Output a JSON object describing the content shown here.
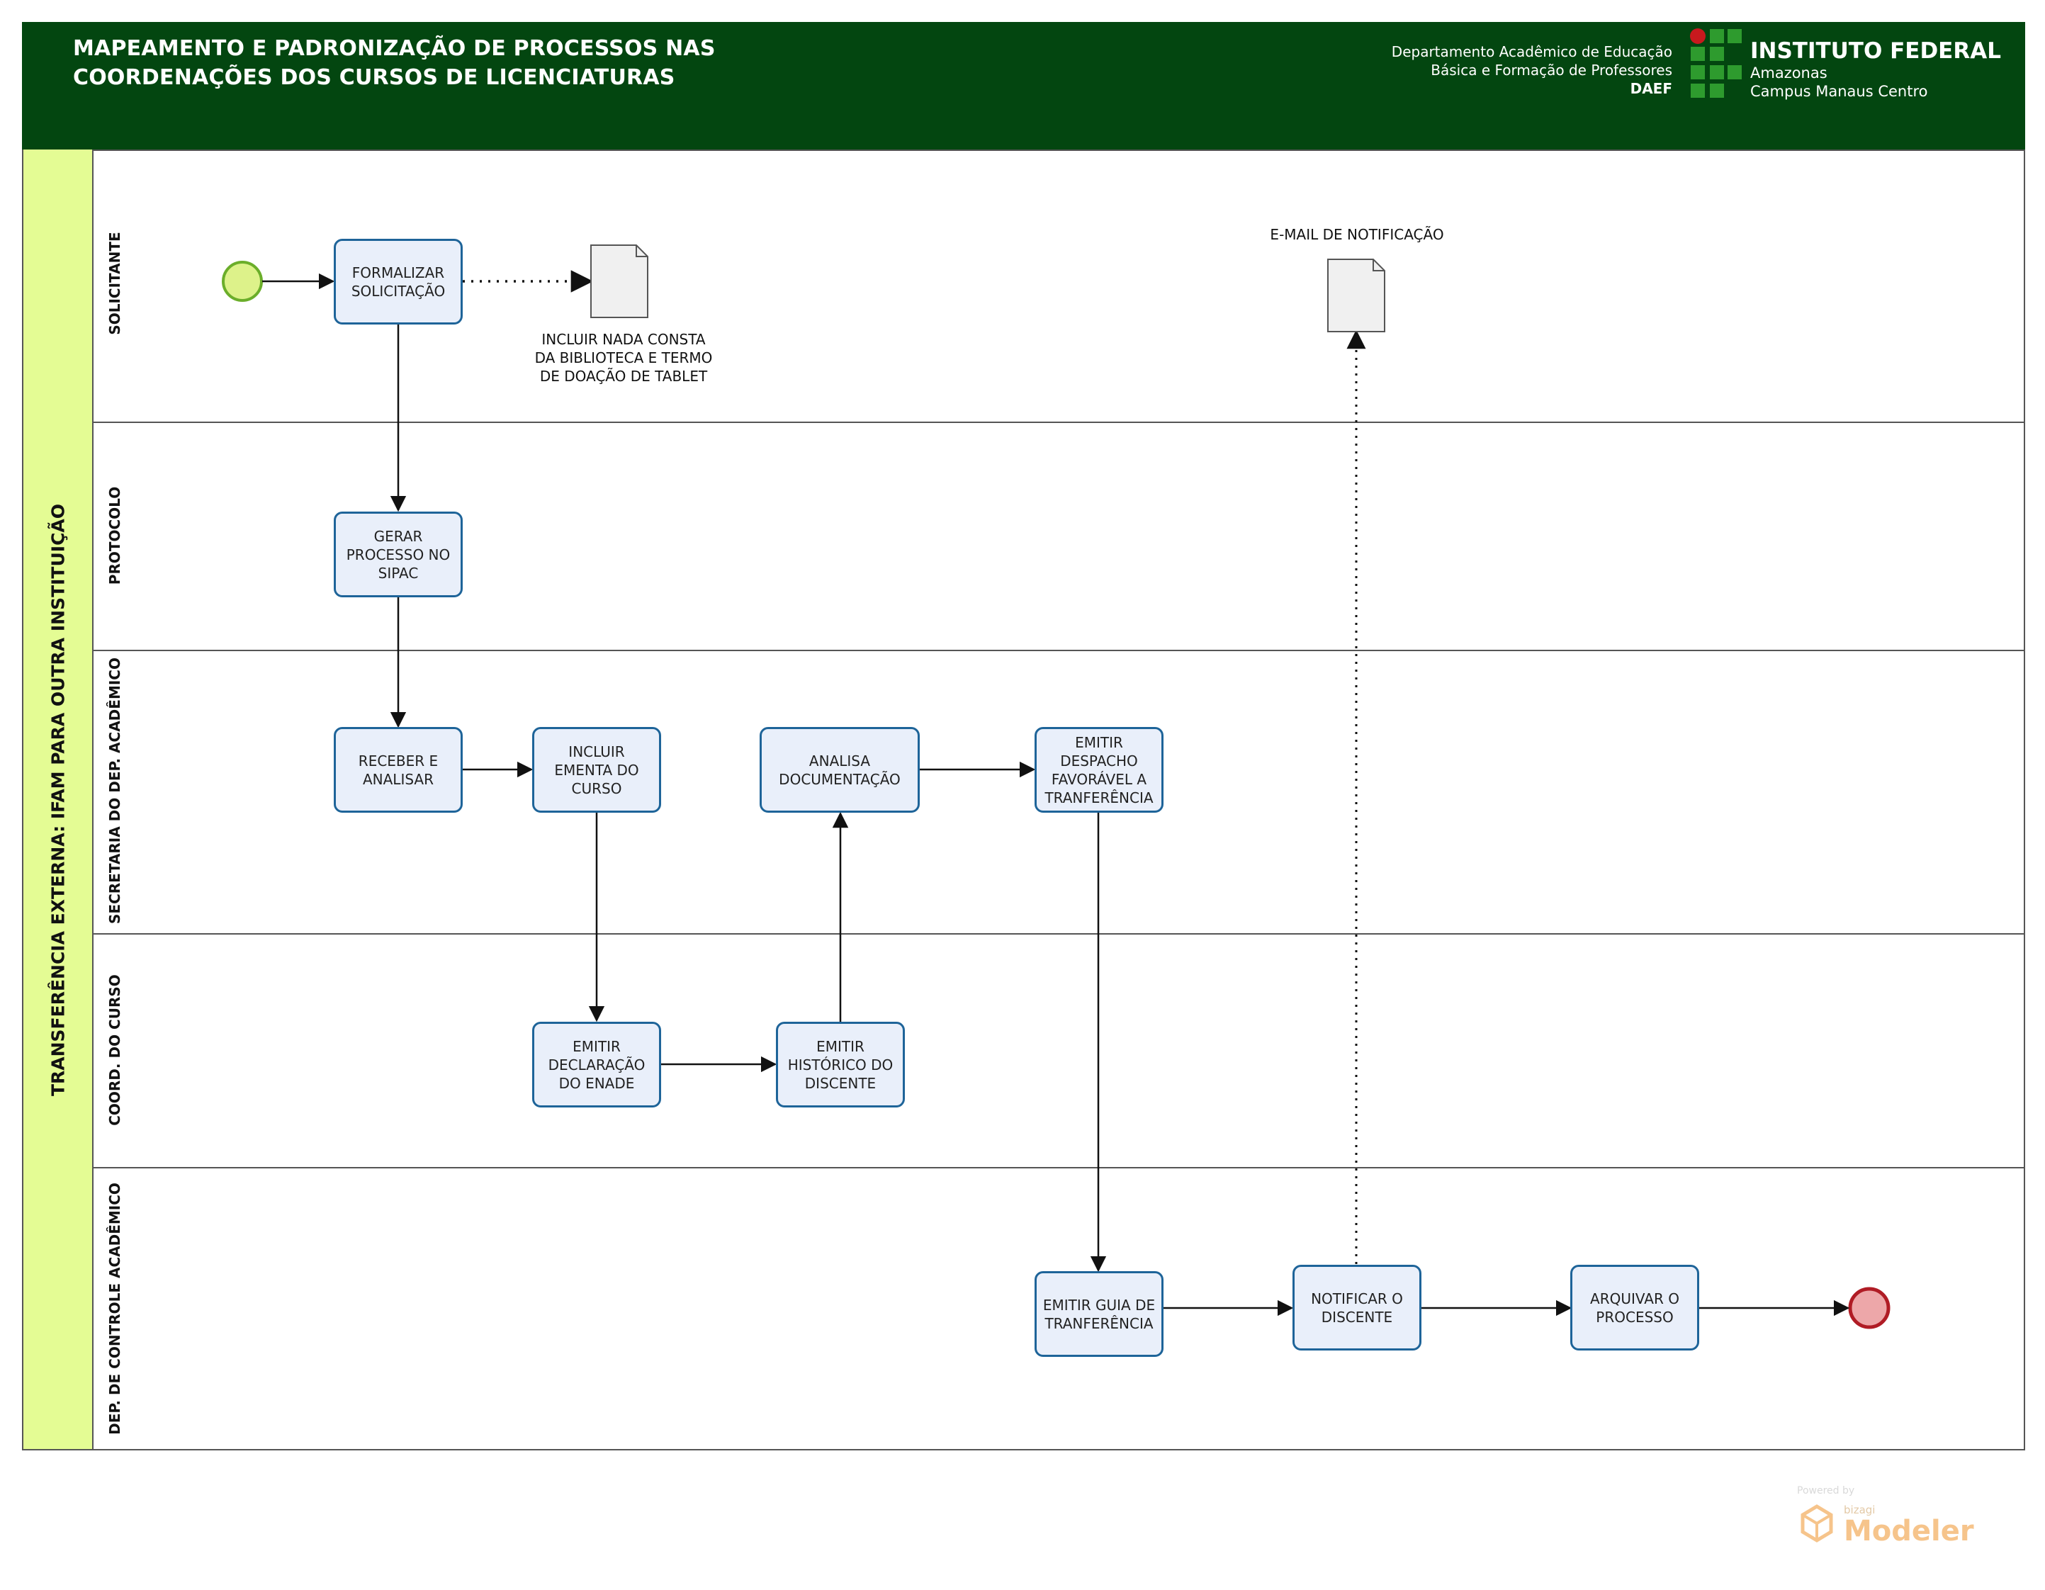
{
  "header": {
    "title_lines": [
      "MAPEAMENTO E PADRONIZAÇÃO DE PROCESSOS NAS",
      "COORDENAÇÕES DOS CURSOS DE LICENCIATURAS"
    ],
    "department_lines": [
      "Departamento Acadêmico de Educação",
      "Básica e Formação de Professores",
      "DAEF"
    ],
    "institution": {
      "name": "INSTITUTO FEDERAL",
      "state": "Amazonas",
      "campus": "Campus Manaus Centro"
    },
    "colors": {
      "header_bg": "#034610",
      "logo_green": "#2e9b2e",
      "logo_red": "#c8191e"
    }
  },
  "pool": {
    "label": "TRANSFERÊNCIA EXTERNA: IFAM PARA OUTRA INSTITUIÇÃO",
    "color": "#e4fc94"
  },
  "lanes": [
    {
      "id": "solicitante",
      "label": "SOLICITANTE"
    },
    {
      "id": "protocolo",
      "label": "PROTOCOLO"
    },
    {
      "id": "secretaria",
      "label": "SECRETARIA DO DEP. ACADÊMICO"
    },
    {
      "id": "coord",
      "label": "COORD. DO CURSO"
    },
    {
      "id": "controle",
      "label": "DEP. DE CONTROLE ACADÊMICO"
    }
  ],
  "tasks": {
    "formalizar": "FORMALIZAR\nSOLICITAÇÃO",
    "gerar": "GERAR\nPROCESSO NO\nSIPAC",
    "receber": "RECEBER E\nANALISAR",
    "incluir_ementa": "INCLUIR\nEMENTA DO\nCURSO",
    "analisa": "ANALISA\nDOCUMENTAÇÃO",
    "emitir_despacho": "EMITIR\nDESPACHO\nFAVORÁVEL A\nTRANFERÊNCIA",
    "emitir_declaracao": "EMITIR\nDECLARAÇÃO\nDO ENADE",
    "emitir_historico": "EMITIR\nHISTÓRICO DO\nDISCENTE",
    "emitir_guia": "EMITIR GUIA DE\nTRANFERÊNCIA",
    "notificar": "NOTIFICAR O\nDISCENTE",
    "arquivar": "ARQUIVAR O\nPROCESSO"
  },
  "documents": {
    "nada_consta": "INCLUIR NADA CONSTA\nDA BIBLIOTECA E TERMO\nDE DOAÇÃO DE TABLET",
    "email": "E-MAIL DE NOTIFICAÇÃO"
  },
  "events": {
    "start_color": "#ddf28a",
    "end_color": "#eda7a9"
  },
  "watermark": {
    "powered_by": "Powered by",
    "vendor": "bizagi",
    "product": "Modeler",
    "color": "#f6c48b"
  }
}
